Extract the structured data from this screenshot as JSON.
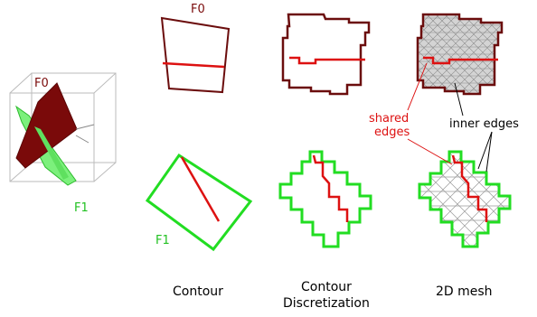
{
  "labels": {
    "f0_cube": "F0",
    "f1_cube": "F1",
    "f0_contour": "F0",
    "f1_contour": "F1",
    "shared_edges_line1": "shared",
    "shared_edges_line2": "edges",
    "inner_edges": "inner edges"
  },
  "captions": {
    "contour": "Contour",
    "discretization_line1": "Contour",
    "discretization_line2": "Discretization",
    "mesh": "2D mesh"
  },
  "colors": {
    "face0": "#7a0a0a",
    "face0_outline": "#6b0d0d",
    "face1": "#22dd22",
    "shared": "#dd1111",
    "label_f0": "#7a0a0a",
    "label_f1": "#22c122",
    "label_shared": "#dd1111",
    "mesh_lines": "#999999",
    "cube_lines": "#bbbbbb"
  }
}
